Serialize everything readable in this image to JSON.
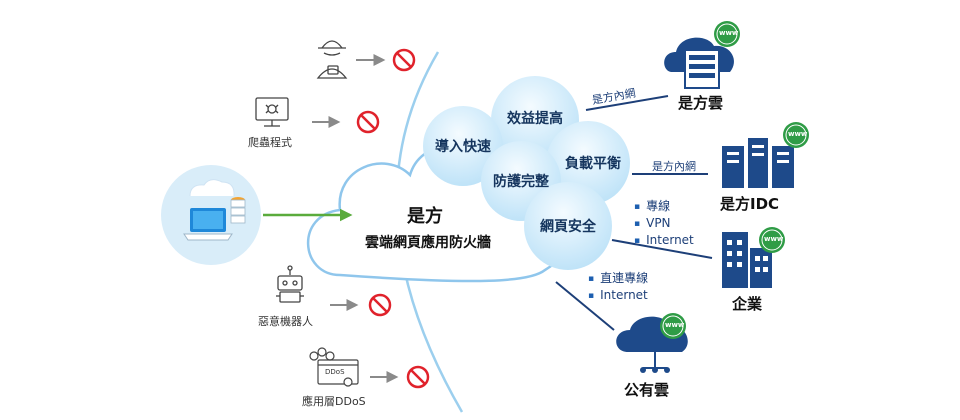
{
  "center": {
    "brand": "是方",
    "product": "雲端網頁應用防火牆"
  },
  "features": [
    "效益提高",
    "導入快速",
    "負載平衡",
    "防護完整",
    "網頁安全"
  ],
  "threats": {
    "crawler": "爬蟲程式",
    "bot": "惡意機器人",
    "ddos": "應用層DDoS",
    "ddos_badge": "DDoS"
  },
  "destinations": {
    "cloud": "是方雲",
    "idc": "是方IDC",
    "enterprise": "企業",
    "public_cloud": "公有雲",
    "www_badge": "www"
  },
  "connections": {
    "cloud_link": "是方內網",
    "idc_link": "是方內網",
    "enterprise_links": [
      "專線",
      "VPN",
      "Internet"
    ],
    "public_links": [
      "直連專線",
      "Internet"
    ]
  },
  "colors": {
    "accent_green": "#5aab3c",
    "line_blue": "#1d3f78",
    "cloud_outline": "#8fc6ec",
    "block_red": "#e0222b",
    "icon_navy": "#1e4a8a"
  }
}
